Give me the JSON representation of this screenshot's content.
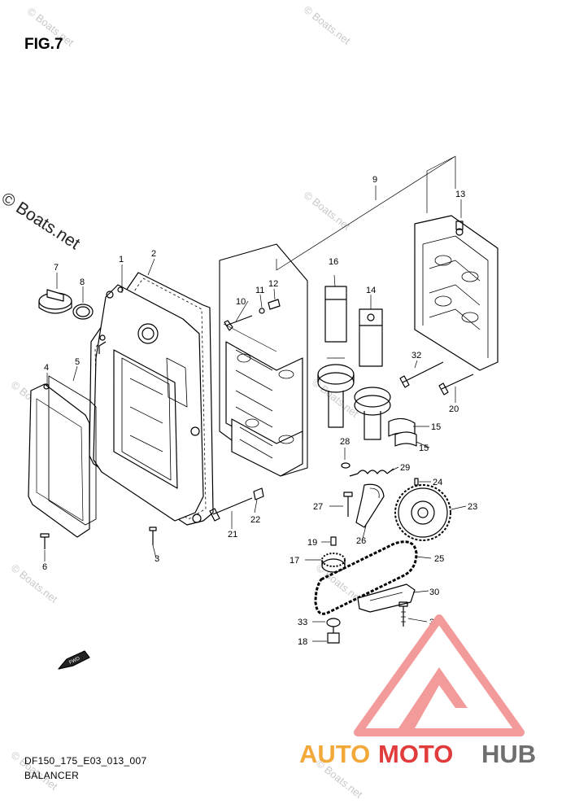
{
  "figure": {
    "title": "FIG.7"
  },
  "footer": {
    "code": "DF150_175_E03_013_007",
    "name": "BALANCER"
  },
  "watermark": {
    "text": "© Boats.net"
  },
  "logo": {
    "part1": "AUTO",
    "part2": "MOTO",
    "part3": "HUB",
    "colors": {
      "auto": "#f3a83a",
      "moto": "#e23b3b",
      "hub": "#6f6f6f",
      "triangle": "#f39a9a"
    }
  },
  "fwd_label": "FWD",
  "callouts": [
    "1",
    "2",
    "3",
    "4",
    "5",
    "6",
    "7",
    "8",
    "9",
    "10",
    "11",
    "12",
    "13",
    "14",
    "15",
    "15",
    "16",
    "17",
    "18",
    "19",
    "20",
    "21",
    "22",
    "23",
    "24",
    "25",
    "26",
    "27",
    "28",
    "29",
    "30",
    "31",
    "32",
    "33"
  ]
}
